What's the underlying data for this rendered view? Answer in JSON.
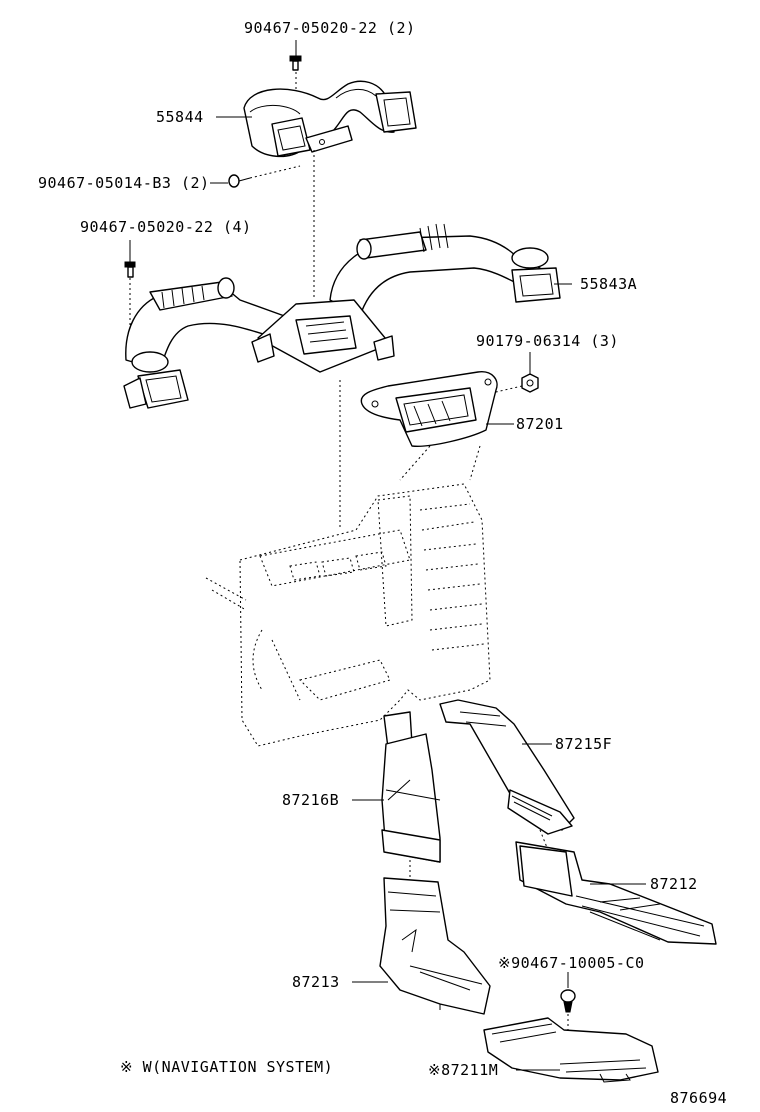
{
  "parts": {
    "bolt_top": "90467-05020-22 (2)",
    "duct_55844": "55844",
    "screw_b3": "90467-05014-B3 (2)",
    "bolt_left": "90467-05020-22 (4)",
    "duct_55843a": "55843A",
    "nut_90179": "90179-06314 (3)",
    "duct_87201": "87201",
    "duct_87215f": "87215F",
    "duct_87216b": "87216B",
    "duct_87212": "87212",
    "clip_90467_10005": "※90467-10005-C0",
    "duct_87213": "87213",
    "duct_87211m": "※87211M"
  },
  "legend": "※ W(NAVIGATION SYSTEM)",
  "diagram_number": "876694"
}
